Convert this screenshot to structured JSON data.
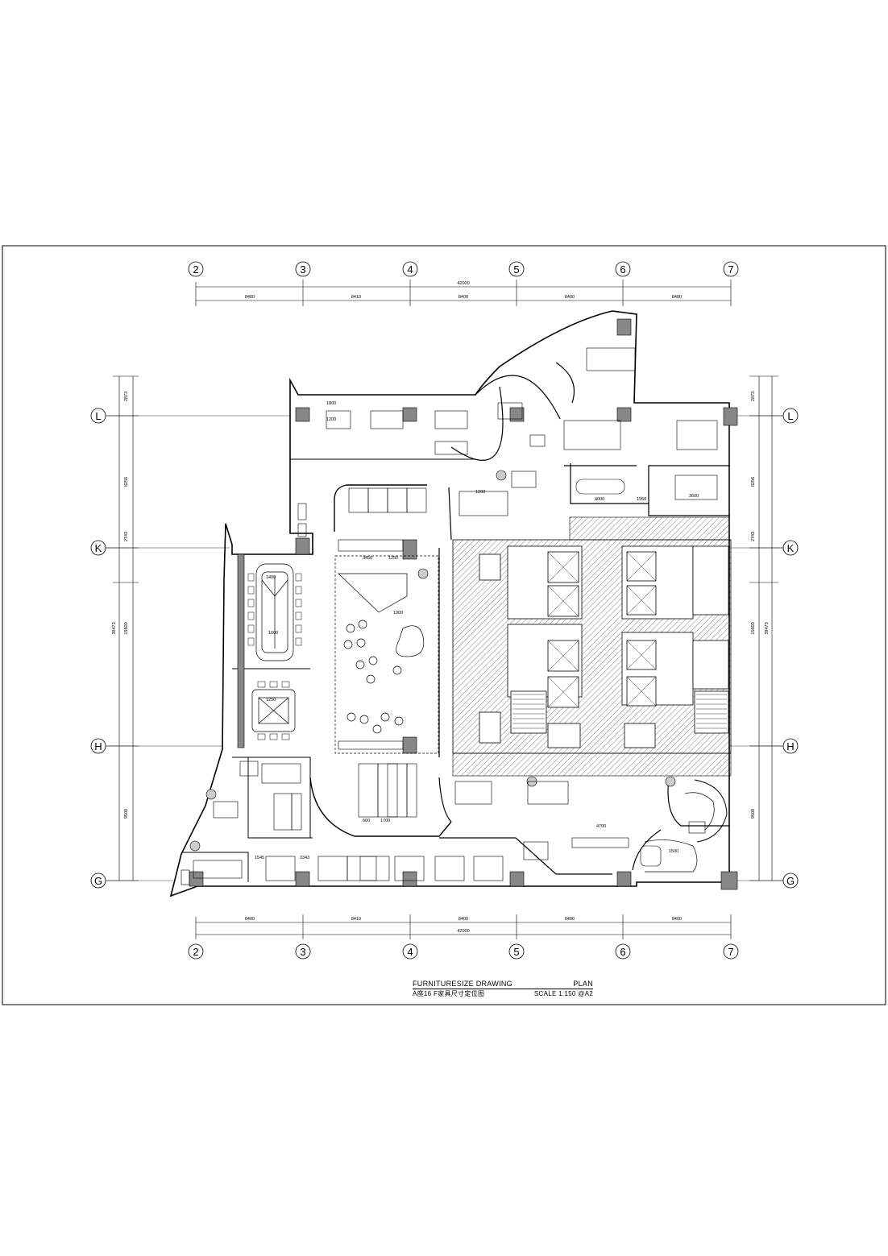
{
  "title_block": {
    "title_en": "FURNITURESIZE DRAWING",
    "view": "PLAN",
    "title_cn": "A座16 F家具尺寸定位图",
    "scale": "SCALE  1:150 @A2"
  },
  "grid": {
    "columns": [
      "2",
      "3",
      "4",
      "5",
      "6",
      "7"
    ],
    "rows": [
      "L",
      "K",
      "H",
      "G"
    ],
    "column_spacings": [
      "8400",
      "8410",
      "8400",
      "8400",
      "8400"
    ],
    "total_width": "42000",
    "row_spacings_outer": [
      "2873",
      "8256",
      "2743",
      "15600",
      "9500"
    ],
    "row_total": "39473"
  },
  "room_dims": [
    "1800",
    "1200",
    "1400",
    "1600",
    "3450",
    "1250",
    "1900",
    "4000",
    "3600",
    "1950",
    "1200",
    "600",
    "1700",
    "4700",
    "1500",
    "1250",
    "3343",
    "1545"
  ]
}
